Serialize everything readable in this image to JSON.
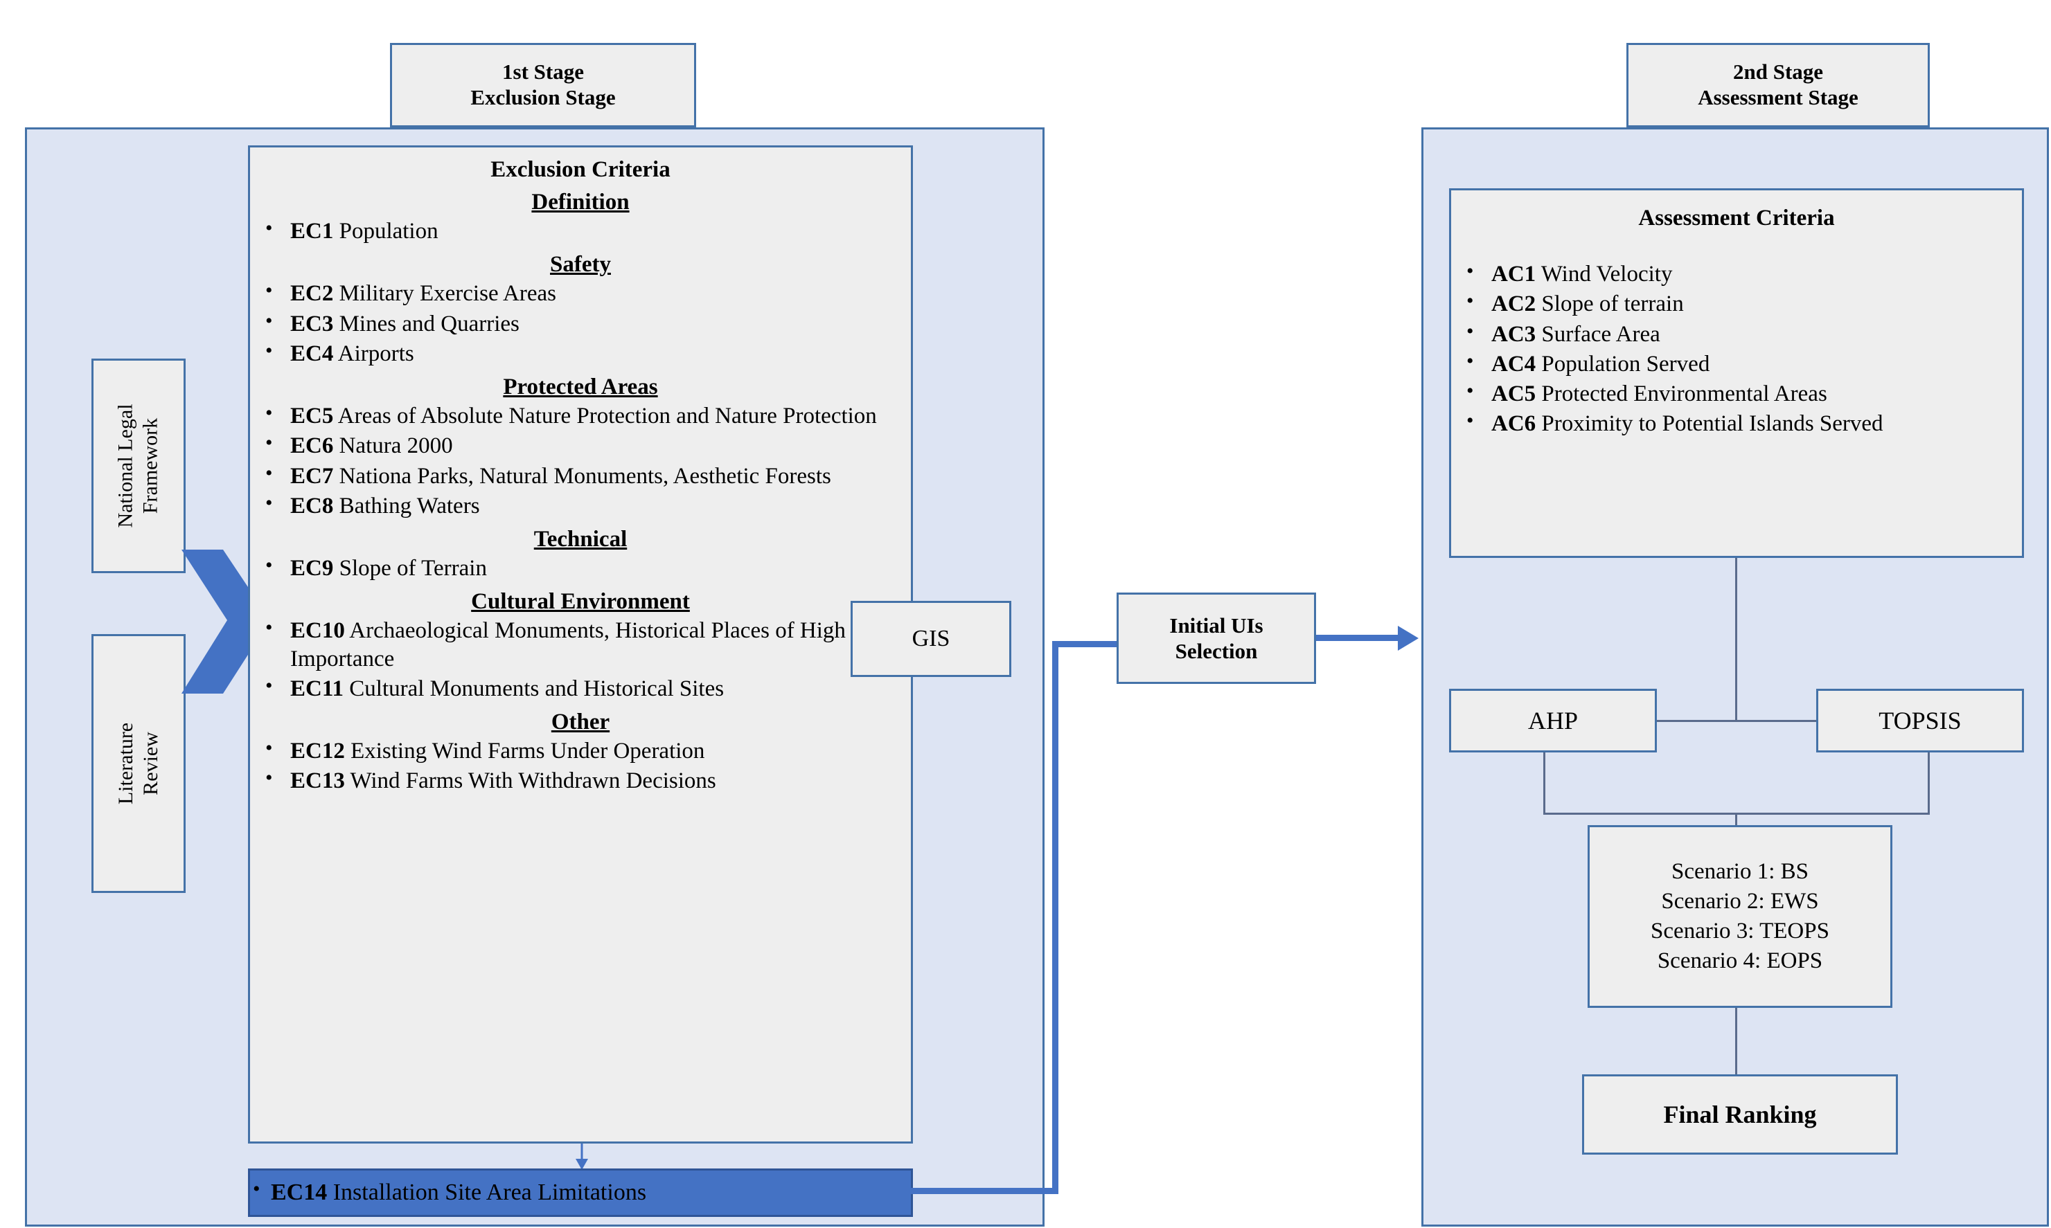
{
  "stage1": {
    "header": "1st Stage\nExclusion Stage",
    "header_line1": "1st Stage",
    "header_line2": "Exclusion Stage",
    "criteria_title": "Exclusion Criteria",
    "groups": [
      {
        "name": "Definition",
        "items": [
          {
            "code": "EC1",
            "text": "Population"
          }
        ]
      },
      {
        "name": "Safety",
        "items": [
          {
            "code": "EC2",
            "text": "Military Exercise Areas"
          },
          {
            "code": "EC3",
            "text": "Mines and Quarries"
          },
          {
            "code": "EC4",
            "text": "Airports"
          }
        ]
      },
      {
        "name": "Protected Areas",
        "items": [
          {
            "code": "EC5",
            "text": "Areas of Absolute Nature Protection and Nature Protection"
          },
          {
            "code": "EC6",
            "text": "Natura 2000"
          },
          {
            "code": "EC7",
            "text": "Nationa Parks, Natural Monuments, Aesthetic Forests"
          },
          {
            "code": "EC8",
            "text": "Bathing Waters"
          }
        ]
      },
      {
        "name": "Technical",
        "items": [
          {
            "code": "EC9",
            "text": "Slope of Terrain"
          }
        ]
      },
      {
        "name": "Cultural Environment",
        "items": [
          {
            "code": "EC10",
            "text": "Archaeological Monuments, Historical Places  of High Importance"
          },
          {
            "code": "EC11",
            "text": "Cultural Monuments and Historical Sites"
          }
        ]
      },
      {
        "name": "Other",
        "items": [
          {
            "code": "EC12",
            "text": "Existing Wind Farms Under Operation"
          },
          {
            "code": "EC13",
            "text": "Wind Farms With Withdrawn Decisions"
          }
        ]
      }
    ],
    "ec14": {
      "code": "EC14",
      "text": "Installation Site Area Limitations"
    }
  },
  "inputs": {
    "legal": "National Legal\nFramework",
    "legal_line1": "National Legal",
    "legal_line2": "Framework",
    "review": "Literature\nReview",
    "review_line1": "Literature",
    "review_line2": "Review"
  },
  "gis": {
    "label": "GIS"
  },
  "bridge": {
    "line1": "Initial UIs",
    "line2": "Selection"
  },
  "stage2": {
    "header_line1": "2nd Stage",
    "header_line2": "Assessment Stage",
    "criteria_title": "Assessment Criteria",
    "items": [
      {
        "code": "AC1",
        "text": "Wind Velocity"
      },
      {
        "code": "AC2",
        "text": "Slope of terrain"
      },
      {
        "code": "AC3",
        "text": "Surface Area"
      },
      {
        "code": "AC4",
        "text": "Population Served"
      },
      {
        "code": "AC5",
        "text": "Protected Environmental Areas"
      },
      {
        "code": "AC6",
        "text": "Proximity to Potential Islands Served"
      }
    ],
    "methods": {
      "ahp": "AHP",
      "topsis": "TOPSIS"
    },
    "scenarios": [
      "Scenario 1: BS",
      "Scenario 2: EWS",
      "Scenario 3: TEOPS",
      "Scenario 4: EOPS"
    ],
    "final": "Final Ranking"
  },
  "colors": {
    "panel_fill": "#dde4f3",
    "panel_border": "#4472a8",
    "box_fill": "#eeeeee",
    "accent_blue": "#4472c4",
    "ec14_fill": "#4472c4",
    "connector": "#4472c4",
    "thin_connector": "#5a6b8c"
  }
}
